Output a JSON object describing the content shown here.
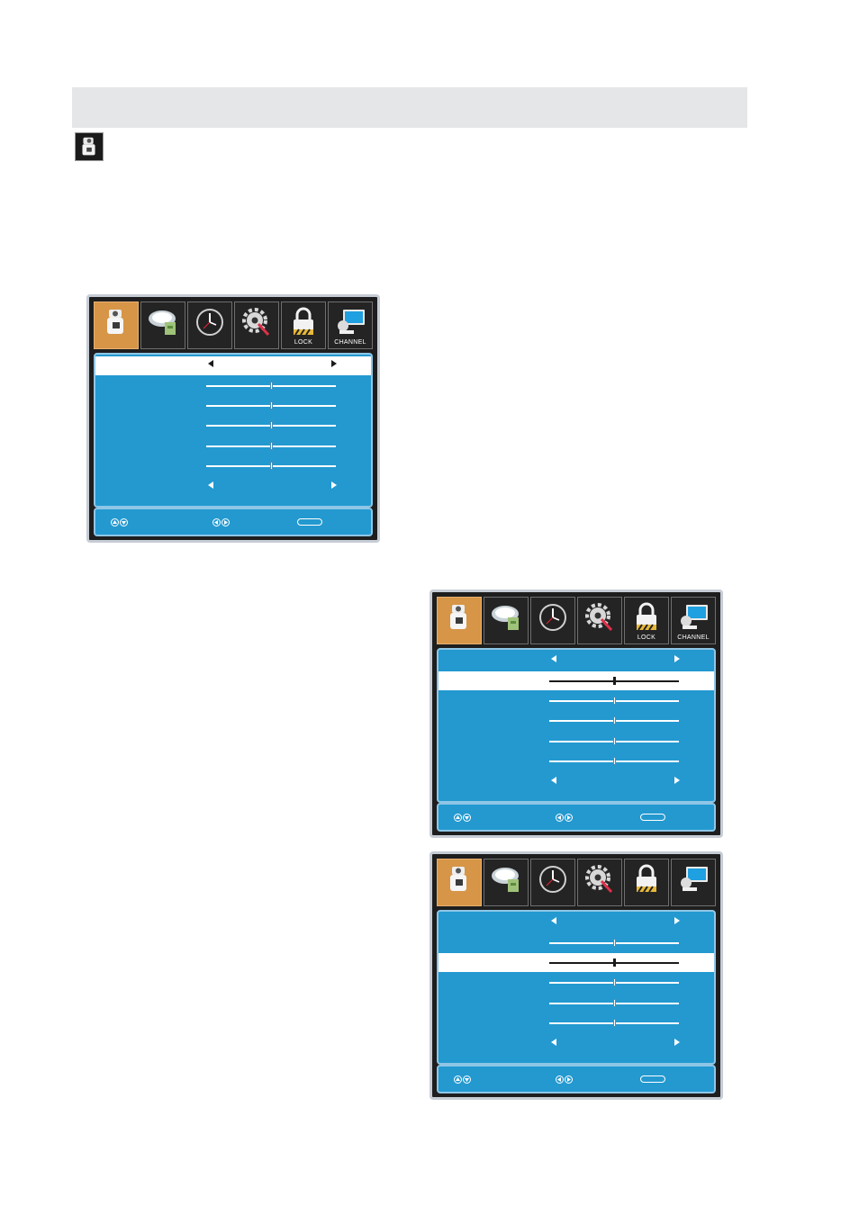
{
  "page": {
    "background": "#ffffff",
    "header_bar_color": "#e4e6e7",
    "section_icon": "picture-camera-icon"
  },
  "menu_tabs": [
    {
      "icon": "picture-camera-icon",
      "label": ""
    },
    {
      "icon": "sound-disc-icon",
      "label": ""
    },
    {
      "icon": "clock-icon",
      "label": ""
    },
    {
      "icon": "setup-gear-icon",
      "label": ""
    },
    {
      "icon": "lock-icon",
      "label": "LOCK"
    },
    {
      "icon": "channel-monitor-icon",
      "label": "CHANNEL"
    }
  ],
  "screens": [
    {
      "show_tab_labels": true,
      "highlighted_row": 0,
      "rows": [
        {
          "type": "select"
        },
        {
          "type": "slider",
          "value": 0.5
        },
        {
          "type": "slider",
          "value": 0.5
        },
        {
          "type": "slider",
          "value": 0.5
        },
        {
          "type": "slider",
          "value": 0.5
        },
        {
          "type": "slider",
          "value": 0.5
        },
        {
          "type": "select"
        }
      ]
    },
    {
      "show_tab_labels": true,
      "highlighted_row": 1,
      "rows": [
        {
          "type": "select"
        },
        {
          "type": "slider",
          "value": 0.5
        },
        {
          "type": "slider",
          "value": 0.5
        },
        {
          "type": "slider",
          "value": 0.5
        },
        {
          "type": "slider",
          "value": 0.5
        },
        {
          "type": "slider",
          "value": 0.5
        },
        {
          "type": "select"
        }
      ]
    },
    {
      "show_tab_labels": false,
      "highlighted_row": 2,
      "rows": [
        {
          "type": "select"
        },
        {
          "type": "slider",
          "value": 0.5
        },
        {
          "type": "slider",
          "value": 0.5
        },
        {
          "type": "slider",
          "value": 0.5
        },
        {
          "type": "slider",
          "value": 0.5
        },
        {
          "type": "slider",
          "value": 0.5
        },
        {
          "type": "select"
        }
      ]
    }
  ],
  "colors": {
    "panel": "#2399d0",
    "active_tab": "#d69547",
    "highlight_row": "#ffffff",
    "frame": "#1e1e1e"
  }
}
